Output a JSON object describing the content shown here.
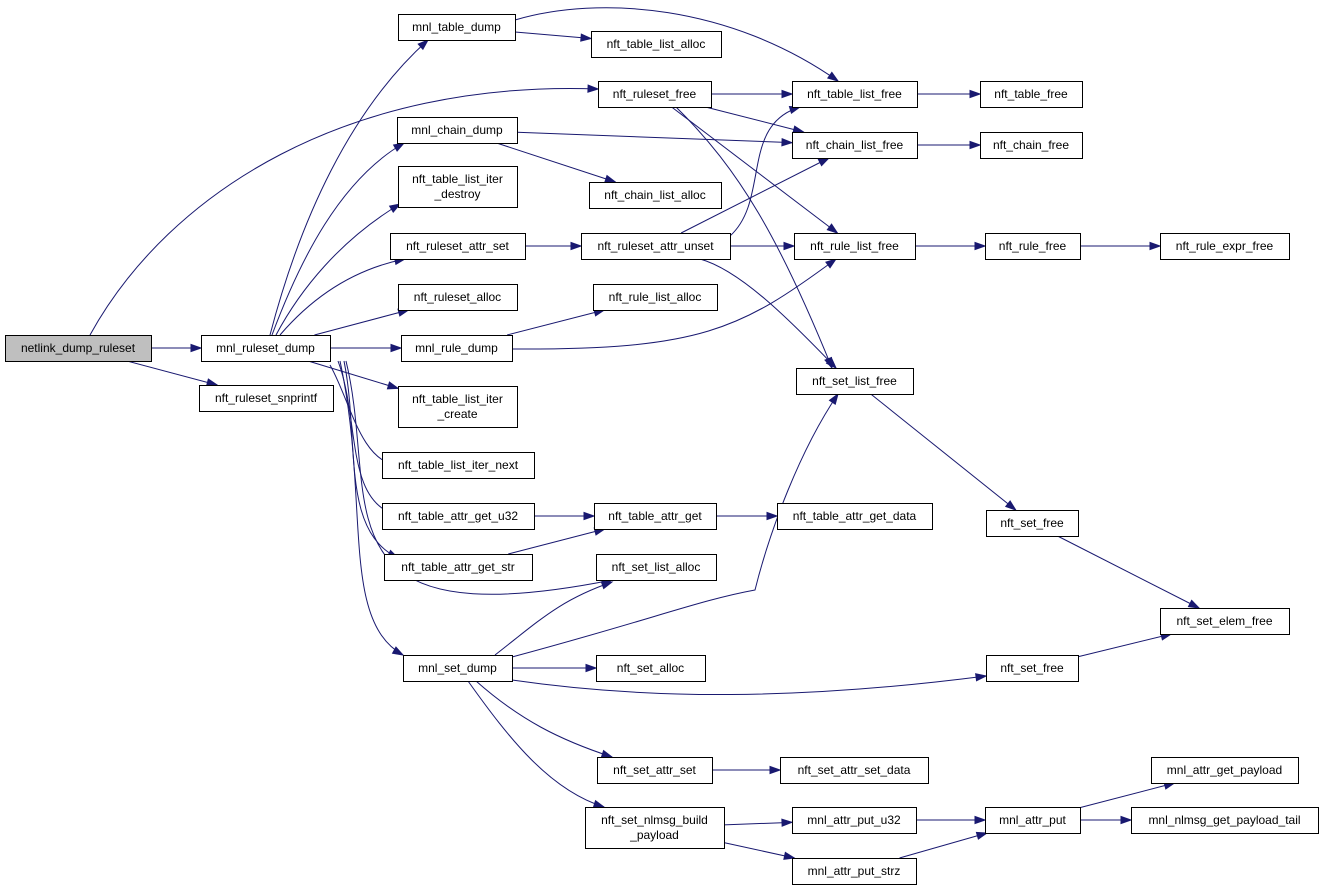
{
  "graph": {
    "nodes": [
      {
        "id": "netlink_dump_ruleset",
        "lines": [
          "netlink_dump_ruleset"
        ],
        "root": true
      },
      {
        "id": "mnl_ruleset_dump",
        "lines": [
          "mnl_ruleset_dump"
        ]
      },
      {
        "id": "nft_ruleset_snprintf",
        "lines": [
          "nft_ruleset_snprintf"
        ]
      },
      {
        "id": "mnl_table_dump",
        "lines": [
          "mnl_table_dump"
        ]
      },
      {
        "id": "nft_table_list_alloc",
        "lines": [
          "nft_table_list_alloc"
        ]
      },
      {
        "id": "nft_ruleset_free",
        "lines": [
          "nft_ruleset_free"
        ]
      },
      {
        "id": "nft_table_list_free",
        "lines": [
          "nft_table_list_free"
        ]
      },
      {
        "id": "nft_table_free",
        "lines": [
          "nft_table_free"
        ]
      },
      {
        "id": "mnl_chain_dump",
        "lines": [
          "mnl_chain_dump"
        ]
      },
      {
        "id": "nft_chain_list_free",
        "lines": [
          "nft_chain_list_free"
        ]
      },
      {
        "id": "nft_chain_free",
        "lines": [
          "nft_chain_free"
        ]
      },
      {
        "id": "nft_table_list_iter_destroy",
        "lines": [
          "nft_table_list_iter",
          "_destroy"
        ]
      },
      {
        "id": "nft_chain_list_alloc",
        "lines": [
          "nft_chain_list_alloc"
        ]
      },
      {
        "id": "nft_ruleset_attr_set",
        "lines": [
          "nft_ruleset_attr_set"
        ]
      },
      {
        "id": "nft_ruleset_attr_unset",
        "lines": [
          "nft_ruleset_attr_unset"
        ]
      },
      {
        "id": "nft_rule_list_free",
        "lines": [
          "nft_rule_list_free"
        ]
      },
      {
        "id": "nft_rule_free",
        "lines": [
          "nft_rule_free"
        ]
      },
      {
        "id": "nft_rule_expr_free",
        "lines": [
          "nft_rule_expr_free"
        ]
      },
      {
        "id": "nft_ruleset_alloc",
        "lines": [
          "nft_ruleset_alloc"
        ]
      },
      {
        "id": "nft_rule_list_alloc",
        "lines": [
          "nft_rule_list_alloc"
        ]
      },
      {
        "id": "mnl_rule_dump",
        "lines": [
          "mnl_rule_dump"
        ]
      },
      {
        "id": "nft_set_list_free",
        "lines": [
          "nft_set_list_free"
        ]
      },
      {
        "id": "nft_table_list_iter_create",
        "lines": [
          "nft_table_list_iter",
          "_create"
        ]
      },
      {
        "id": "nft_table_list_iter_next",
        "lines": [
          "nft_table_list_iter_next"
        ]
      },
      {
        "id": "nft_table_attr_get_u32",
        "lines": [
          "nft_table_attr_get_u32"
        ]
      },
      {
        "id": "nft_table_attr_get",
        "lines": [
          "nft_table_attr_get"
        ]
      },
      {
        "id": "nft_table_attr_get_data",
        "lines": [
          "nft_table_attr_get_data"
        ]
      },
      {
        "id": "nft_set_free_a",
        "lines": [
          "nft_set_free"
        ]
      },
      {
        "id": "nft_table_attr_get_str",
        "lines": [
          "nft_table_attr_get_str"
        ]
      },
      {
        "id": "nft_set_list_alloc",
        "lines": [
          "nft_set_list_alloc"
        ]
      },
      {
        "id": "nft_set_elem_free",
        "lines": [
          "nft_set_elem_free"
        ]
      },
      {
        "id": "mnl_set_dump",
        "lines": [
          "mnl_set_dump"
        ]
      },
      {
        "id": "nft_set_alloc",
        "lines": [
          "nft_set_alloc"
        ]
      },
      {
        "id": "nft_set_free_b",
        "lines": [
          "nft_set_free"
        ]
      },
      {
        "id": "nft_set_attr_set",
        "lines": [
          "nft_set_attr_set"
        ]
      },
      {
        "id": "nft_set_attr_set_data",
        "lines": [
          "nft_set_attr_set_data"
        ]
      },
      {
        "id": "mnl_attr_get_payload",
        "lines": [
          "mnl_attr_get_payload"
        ]
      },
      {
        "id": "nft_set_nlmsg_build_payload",
        "lines": [
          "nft_set_nlmsg_build",
          "_payload"
        ]
      },
      {
        "id": "mnl_attr_put_u32",
        "lines": [
          "mnl_attr_put_u32"
        ]
      },
      {
        "id": "mnl_attr_put",
        "lines": [
          "mnl_attr_put"
        ]
      },
      {
        "id": "mnl_nlmsg_get_payload_tail",
        "lines": [
          "mnl_nlmsg_get_payload_tail"
        ]
      },
      {
        "id": "mnl_attr_put_strz",
        "lines": [
          "mnl_attr_put_strz"
        ]
      }
    ],
    "edges": [
      {
        "from": "netlink_dump_ruleset",
        "to": "mnl_ruleset_dump"
      },
      {
        "from": "netlink_dump_ruleset",
        "to": "nft_ruleset_snprintf"
      },
      {
        "from": "netlink_dump_ruleset",
        "to": "nft_ruleset_free"
      },
      {
        "from": "mnl_ruleset_dump",
        "to": "mnl_table_dump"
      },
      {
        "from": "mnl_ruleset_dump",
        "to": "mnl_chain_dump"
      },
      {
        "from": "mnl_ruleset_dump",
        "to": "nft_table_list_iter_destroy"
      },
      {
        "from": "mnl_ruleset_dump",
        "to": "nft_ruleset_attr_set"
      },
      {
        "from": "mnl_ruleset_dump",
        "to": "nft_ruleset_alloc"
      },
      {
        "from": "mnl_ruleset_dump",
        "to": "mnl_rule_dump"
      },
      {
        "from": "mnl_ruleset_dump",
        "to": "nft_table_list_iter_create"
      },
      {
        "from": "mnl_ruleset_dump",
        "to": "nft_table_list_iter_next"
      },
      {
        "from": "mnl_ruleset_dump",
        "to": "nft_table_attr_get_u32"
      },
      {
        "from": "mnl_ruleset_dump",
        "to": "nft_table_attr_get_str"
      },
      {
        "from": "mnl_ruleset_dump",
        "to": "nft_set_list_alloc"
      },
      {
        "from": "mnl_ruleset_dump",
        "to": "mnl_set_dump"
      },
      {
        "from": "mnl_table_dump",
        "to": "nft_table_list_alloc"
      },
      {
        "from": "mnl_table_dump",
        "to": "nft_table_list_free"
      },
      {
        "from": "nft_ruleset_free",
        "to": "nft_table_list_free"
      },
      {
        "from": "nft_ruleset_free",
        "to": "nft_chain_list_free"
      },
      {
        "from": "nft_ruleset_free",
        "to": "nft_rule_list_free"
      },
      {
        "from": "nft_ruleset_free",
        "to": "nft_set_list_free"
      },
      {
        "from": "nft_table_list_free",
        "to": "nft_table_free"
      },
      {
        "from": "mnl_chain_dump",
        "to": "nft_chain_list_free"
      },
      {
        "from": "mnl_chain_dump",
        "to": "nft_chain_list_alloc"
      },
      {
        "from": "nft_chain_list_free",
        "to": "nft_chain_free"
      },
      {
        "from": "nft_ruleset_attr_set",
        "to": "nft_ruleset_attr_unset"
      },
      {
        "from": "nft_ruleset_attr_unset",
        "to": "nft_table_list_free"
      },
      {
        "from": "nft_ruleset_attr_unset",
        "to": "nft_chain_list_free"
      },
      {
        "from": "nft_ruleset_attr_unset",
        "to": "nft_rule_list_free"
      },
      {
        "from": "nft_ruleset_attr_unset",
        "to": "nft_set_list_free"
      },
      {
        "from": "nft_rule_list_free",
        "to": "nft_rule_free"
      },
      {
        "from": "nft_rule_free",
        "to": "nft_rule_expr_free"
      },
      {
        "from": "mnl_rule_dump",
        "to": "nft_rule_list_alloc"
      },
      {
        "from": "mnl_rule_dump",
        "to": "nft_rule_list_free"
      },
      {
        "from": "nft_set_list_free",
        "to": "nft_set_free_a"
      },
      {
        "from": "nft_set_free_a",
        "to": "nft_set_elem_free"
      },
      {
        "from": "nft_table_attr_get_u32",
        "to": "nft_table_attr_get"
      },
      {
        "from": "nft_table_attr_get_str",
        "to": "nft_table_attr_get"
      },
      {
        "from": "nft_table_attr_get",
        "to": "nft_table_attr_get_data"
      },
      {
        "from": "mnl_set_dump",
        "to": "nft_set_list_alloc"
      },
      {
        "from": "mnl_set_dump",
        "to": "nft_set_list_free"
      },
      {
        "from": "mnl_set_dump",
        "to": "nft_set_alloc"
      },
      {
        "from": "mnl_set_dump",
        "to": "nft_set_free_b"
      },
      {
        "from": "mnl_set_dump",
        "to": "nft_set_attr_set"
      },
      {
        "from": "mnl_set_dump",
        "to": "nft_set_nlmsg_build_payload"
      },
      {
        "from": "nft_set_free_b",
        "to": "nft_set_elem_free"
      },
      {
        "from": "nft_set_attr_set",
        "to": "nft_set_attr_set_data"
      },
      {
        "from": "nft_set_nlmsg_build_payload",
        "to": "mnl_attr_put_u32"
      },
      {
        "from": "nft_set_nlmsg_build_payload",
        "to": "mnl_attr_put_strz"
      },
      {
        "from": "mnl_attr_put_u32",
        "to": "mnl_attr_put"
      },
      {
        "from": "mnl_attr_put_strz",
        "to": "mnl_attr_put"
      },
      {
        "from": "mnl_attr_put",
        "to": "mnl_attr_get_payload"
      },
      {
        "from": "mnl_attr_put",
        "to": "mnl_nlmsg_get_payload_tail"
      }
    ]
  }
}
